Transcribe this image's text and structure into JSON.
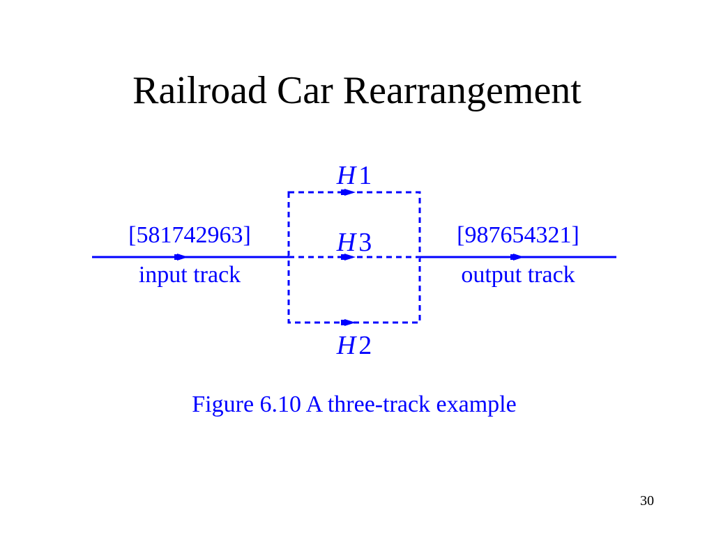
{
  "slide": {
    "title": "Railroad Car Rearrangement",
    "page_number": "30"
  },
  "diagram": {
    "accent_color": "#0000FF",
    "input_sequence": "[581742963]",
    "input_label": "input track",
    "output_sequence": "[987654321]",
    "output_label": "output track",
    "holding_tracks": [
      {
        "prefix": "H",
        "number": "1"
      },
      {
        "prefix": "H",
        "number": "3"
      },
      {
        "prefix": "H",
        "number": "2"
      }
    ],
    "caption": "Figure 6.10 A three-track example"
  }
}
